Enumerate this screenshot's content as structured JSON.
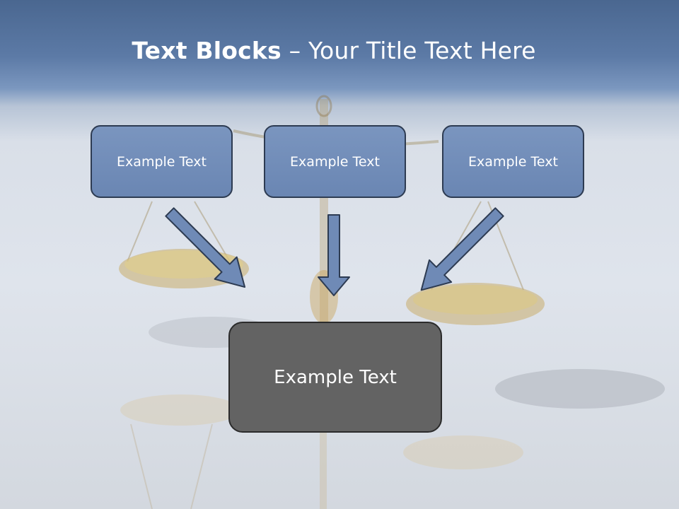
{
  "title": {
    "bold": "Text Blocks",
    "dash": " – ",
    "rest": "Your Title Text Here"
  },
  "blocks": [
    {
      "label": "Example Text"
    },
    {
      "label": "Example Text"
    },
    {
      "label": "Example Text"
    }
  ],
  "main_block": {
    "label": "Example Text"
  },
  "colors": {
    "block_fill": "#6f8ab6",
    "block_border": "#2d3b52",
    "main_fill": "#636363",
    "arrow_fill": "#6f8ab6",
    "title_text": "#ffffff"
  }
}
